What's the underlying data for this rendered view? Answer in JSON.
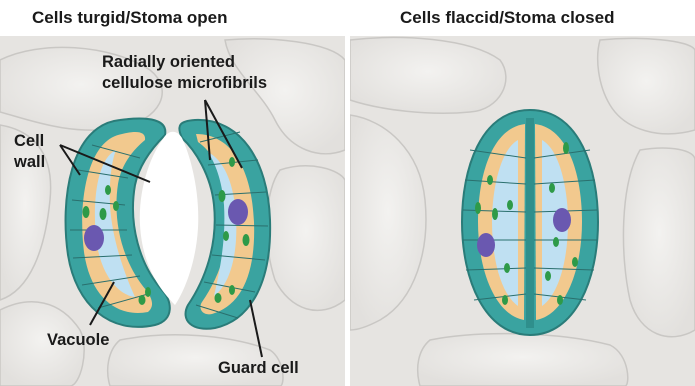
{
  "panels": {
    "left": {
      "title": "Cells turgid/Stoma open"
    },
    "right": {
      "title": "Cells flaccid/Stoma closed"
    }
  },
  "labels": {
    "microfibrils_line1": "Radially oriented",
    "microfibrils_line2": "cellulose microfibrils",
    "cell_wall_line1": "Cell",
    "cell_wall_line2": "wall",
    "vacuole": "Vacuole",
    "guard_cell": "Guard cell"
  },
  "colors": {
    "background_cells": "#e9e8e6",
    "cell_outline": "#c9c7c4",
    "guard_wall": "#3aa3a0",
    "guard_wall_light": "#9ed6cf",
    "cytoplasm": "#f2c98e",
    "vacuole": "#bfe0f2",
    "chloroplast": "#2e9a48",
    "nucleus": "#6a58b0"
  }
}
